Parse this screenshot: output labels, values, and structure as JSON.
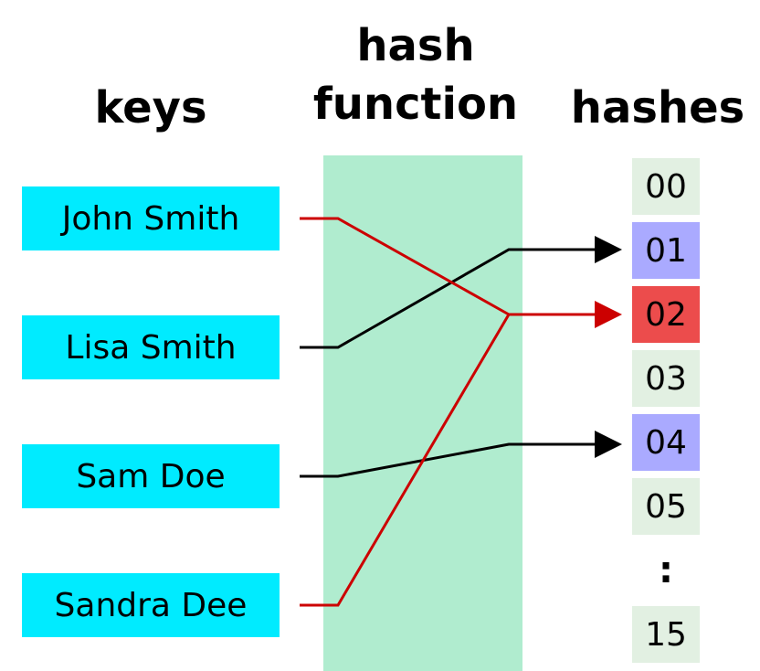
{
  "headings": {
    "keys": "keys",
    "hash_function_line1": "hash",
    "hash_function_line2": "function",
    "hashes": "hashes"
  },
  "keys": [
    "John Smith",
    "Lisa Smith",
    "Sam Doe",
    "Sandra Dee"
  ],
  "hashes": [
    {
      "label": "00",
      "color": "#e2f0e2"
    },
    {
      "label": "01",
      "color": "#aaaaff"
    },
    {
      "label": "02",
      "color": "#ec4c4c"
    },
    {
      "label": "03",
      "color": "#e2f0e2"
    },
    {
      "label": "04",
      "color": "#aaaaff"
    },
    {
      "label": "05",
      "color": "#e2f0e2"
    },
    {
      "label": ":",
      "color": "#ffffff"
    },
    {
      "label": "15",
      "color": "#e2f0e2"
    }
  ],
  "colors": {
    "key_box": "#00ebff",
    "hash_function_band": "#b0eccf",
    "collision_link": "#cc0000",
    "normal_link": "#000000"
  },
  "mappings": [
    {
      "key": "John Smith",
      "hash": "02",
      "collision": true
    },
    {
      "key": "Lisa Smith",
      "hash": "01",
      "collision": false
    },
    {
      "key": "Sam Doe",
      "hash": "04",
      "collision": false
    },
    {
      "key": "Sandra Dee",
      "hash": "02",
      "collision": true
    }
  ]
}
